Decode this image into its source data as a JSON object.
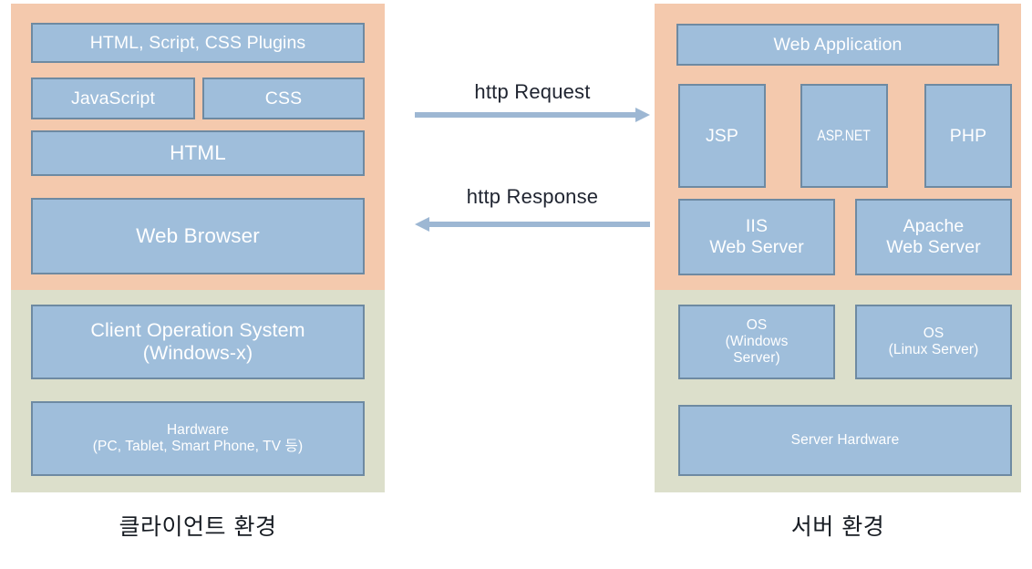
{
  "diagram": {
    "title_present": false,
    "colors": {
      "box_fill": "#9FBEDB",
      "box_border": "#6E8AA2",
      "band_application": "#F4C9AD",
      "band_system": "#DCDFCB",
      "arrow": "#9DB7D3",
      "box_text": "#FFFFFF",
      "label_text": "#1F2430",
      "page_background": "#FFFFFF"
    }
  },
  "client": {
    "caption": "클라이언트 환경",
    "application_band": {
      "boxes": [
        {
          "label": "HTML, Script, CSS Plugins"
        },
        {
          "label": "JavaScript"
        },
        {
          "label": "CSS"
        },
        {
          "label": "HTML"
        },
        {
          "label": "Web Browser"
        }
      ]
    },
    "system_band": {
      "boxes": [
        {
          "label": "Client Operation System\n(Windows-x)"
        },
        {
          "label": "Hardware\n(PC, Tablet, Smart Phone, TV  등)"
        }
      ]
    }
  },
  "server": {
    "caption": "서버 환경",
    "application_band": {
      "boxes": [
        {
          "label": "Web Application"
        },
        {
          "label": "JSP"
        },
        {
          "label": "ASP.NET"
        },
        {
          "label": "PHP"
        },
        {
          "label": "IIS\nWeb Server"
        },
        {
          "label": "Apache\nWeb Server"
        }
      ]
    },
    "system_band": {
      "boxes": [
        {
          "label": "OS\n(Windows\nServer)"
        },
        {
          "label": "OS\n(Linux Server)"
        },
        {
          "label": "Server Hardware"
        }
      ]
    }
  },
  "flows": {
    "request": {
      "label": "http Request",
      "direction": "client-to-server"
    },
    "response": {
      "label": "http Response",
      "direction": "server-to-client"
    }
  }
}
